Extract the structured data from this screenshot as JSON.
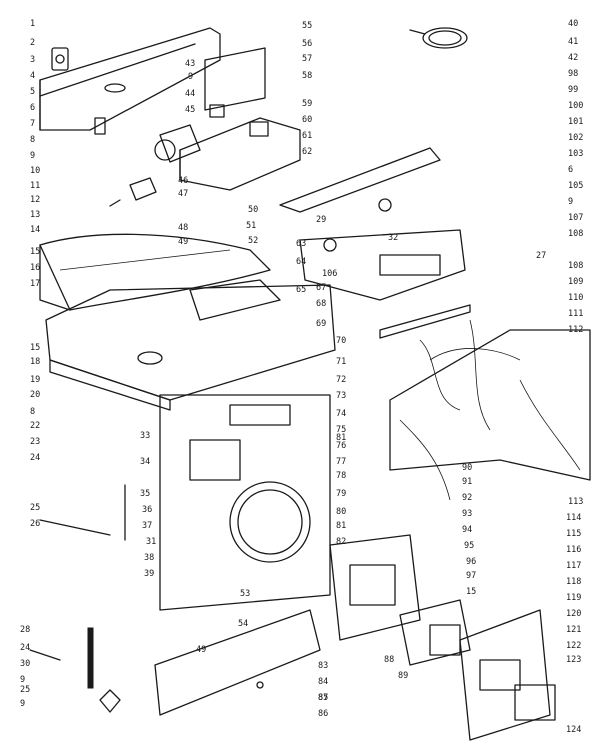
{
  "diagram": {
    "labels": [
      {
        "id": "l1",
        "text": "1"
      },
      {
        "id": "l2",
        "text": "2"
      },
      {
        "id": "l3",
        "text": "3"
      },
      {
        "id": "l4",
        "text": "4"
      },
      {
        "id": "l5",
        "text": "5"
      },
      {
        "id": "l6",
        "text": "6"
      },
      {
        "id": "l7",
        "text": "7"
      },
      {
        "id": "l8",
        "text": "8"
      },
      {
        "id": "l9a",
        "text": "9"
      },
      {
        "id": "l10",
        "text": "10"
      },
      {
        "id": "l11",
        "text": "11"
      },
      {
        "id": "l12",
        "text": "12"
      },
      {
        "id": "l13",
        "text": "13"
      },
      {
        "id": "l14",
        "text": "14"
      },
      {
        "id": "l15a",
        "text": "15"
      },
      {
        "id": "l16",
        "text": "16"
      },
      {
        "id": "l17",
        "text": "17"
      },
      {
        "id": "l15b",
        "text": "15"
      },
      {
        "id": "l18",
        "text": "18"
      },
      {
        "id": "l19",
        "text": "19"
      },
      {
        "id": "l20",
        "text": "20"
      },
      {
        "id": "l8b",
        "text": "8"
      },
      {
        "id": "l22",
        "text": "22"
      },
      {
        "id": "l23",
        "text": "23"
      },
      {
        "id": "l24",
        "text": "24"
      },
      {
        "id": "l25",
        "text": "25"
      },
      {
        "id": "l26",
        "text": "26"
      },
      {
        "id": "l28",
        "text": "28"
      },
      {
        "id": "l24b",
        "text": "24"
      },
      {
        "id": "l30",
        "text": "30"
      },
      {
        "id": "l9b",
        "text": "9"
      },
      {
        "id": "l25b",
        "text": "25"
      },
      {
        "id": "l9c",
        "text": "9"
      },
      {
        "id": "l43",
        "text": "43"
      },
      {
        "id": "l9d",
        "text": "9"
      },
      {
        "id": "l44",
        "text": "44"
      },
      {
        "id": "l45",
        "text": "45"
      },
      {
        "id": "l46",
        "text": "46"
      },
      {
        "id": "l47",
        "text": "47"
      },
      {
        "id": "l48",
        "text": "48"
      },
      {
        "id": "l49",
        "text": "49"
      },
      {
        "id": "l51",
        "text": "51"
      },
      {
        "id": "l52",
        "text": "52"
      },
      {
        "id": "l50",
        "text": "50"
      },
      {
        "id": "l55",
        "text": "55"
      },
      {
        "id": "l56",
        "text": "56"
      },
      {
        "id": "l57",
        "text": "57"
      },
      {
        "id": "l58",
        "text": "58"
      },
      {
        "id": "l59",
        "text": "59"
      },
      {
        "id": "l60",
        "text": "60"
      },
      {
        "id": "l61",
        "text": "61"
      },
      {
        "id": "l62",
        "text": "62"
      },
      {
        "id": "l63",
        "text": "63"
      },
      {
        "id": "l64",
        "text": "64"
      },
      {
        "id": "l65",
        "text": "65"
      },
      {
        "id": "l70",
        "text": "70"
      },
      {
        "id": "l71",
        "text": "71"
      },
      {
        "id": "l72",
        "text": "72"
      },
      {
        "id": "l73",
        "text": "73"
      },
      {
        "id": "l74",
        "text": "74"
      },
      {
        "id": "l75",
        "text": "75"
      },
      {
        "id": "l81a",
        "text": "81"
      },
      {
        "id": "l76",
        "text": "76"
      },
      {
        "id": "l77",
        "text": "77"
      },
      {
        "id": "l78",
        "text": "78"
      },
      {
        "id": "l79",
        "text": "79"
      },
      {
        "id": "l33",
        "text": "33"
      },
      {
        "id": "l34",
        "text": "34"
      },
      {
        "id": "l35",
        "text": "35"
      },
      {
        "id": "l36",
        "text": "36"
      },
      {
        "id": "l37",
        "text": "37"
      },
      {
        "id": "l31",
        "text": "31"
      },
      {
        "id": "l38",
        "text": "38"
      },
      {
        "id": "l39",
        "text": "39"
      },
      {
        "id": "l53",
        "text": "53"
      },
      {
        "id": "l54",
        "text": "54"
      },
      {
        "id": "l49b",
        "text": "49"
      },
      {
        "id": "l87",
        "text": "87"
      },
      {
        "id": "l80",
        "text": "80"
      },
      {
        "id": "l81b",
        "text": "81"
      },
      {
        "id": "l82",
        "text": "82"
      },
      {
        "id": "l83",
        "text": "83"
      },
      {
        "id": "l84",
        "text": "84"
      },
      {
        "id": "l85",
        "text": "85"
      },
      {
        "id": "l86",
        "text": "86"
      },
      {
        "id": "l88",
        "text": "88"
      },
      {
        "id": "l89",
        "text": "89"
      },
      {
        "id": "l90",
        "text": "90"
      },
      {
        "id": "l91",
        "text": "91"
      },
      {
        "id": "l92",
        "text": "92"
      },
      {
        "id": "l93",
        "text": "93"
      },
      {
        "id": "l94",
        "text": "94"
      },
      {
        "id": "l95",
        "text": "95"
      },
      {
        "id": "l96",
        "text": "96"
      },
      {
        "id": "l97",
        "text": "97"
      },
      {
        "id": "l15c",
        "text": "15"
      },
      {
        "id": "l29",
        "text": "29"
      },
      {
        "id": "l32",
        "text": "32"
      },
      {
        "id": "l106",
        "text": "106"
      },
      {
        "id": "l67",
        "text": "67"
      },
      {
        "id": "l68",
        "text": "68"
      },
      {
        "id": "l69",
        "text": "69"
      },
      {
        "id": "l40",
        "text": "40"
      },
      {
        "id": "l41",
        "text": "41"
      },
      {
        "id": "l42",
        "text": "42"
      },
      {
        "id": "l98",
        "text": "98"
      },
      {
        "id": "l99",
        "text": "99"
      },
      {
        "id": "l100",
        "text": "100"
      },
      {
        "id": "l101",
        "text": "101"
      },
      {
        "id": "l102",
        "text": "102"
      },
      {
        "id": "l103",
        "text": "103"
      },
      {
        "id": "l6b",
        "text": "6"
      },
      {
        "id": "l105",
        "text": "105"
      },
      {
        "id": "l9e",
        "text": "9"
      },
      {
        "id": "l107",
        "text": "107"
      },
      {
        "id": "l108a",
        "text": "108"
      },
      {
        "id": "l27",
        "text": "27"
      },
      {
        "id": "l108b",
        "text": "108"
      },
      {
        "id": "l109",
        "text": "109"
      },
      {
        "id": "l110",
        "text": "110"
      },
      {
        "id": "l111",
        "text": "111"
      },
      {
        "id": "l112",
        "text": "112"
      },
      {
        "id": "l113",
        "text": "113"
      },
      {
        "id": "l114",
        "text": "114"
      },
      {
        "id": "l115",
        "text": "115"
      },
      {
        "id": "l116",
        "text": "116"
      },
      {
        "id": "l117",
        "text": "117"
      },
      {
        "id": "l118",
        "text": "118"
      },
      {
        "id": "l119",
        "text": "119"
      },
      {
        "id": "l120",
        "text": "120"
      },
      {
        "id": "l121",
        "text": "121"
      },
      {
        "id": "l122",
        "text": "122"
      },
      {
        "id": "l123",
        "text": "123"
      },
      {
        "id": "l124",
        "text": "124"
      }
    ]
  }
}
